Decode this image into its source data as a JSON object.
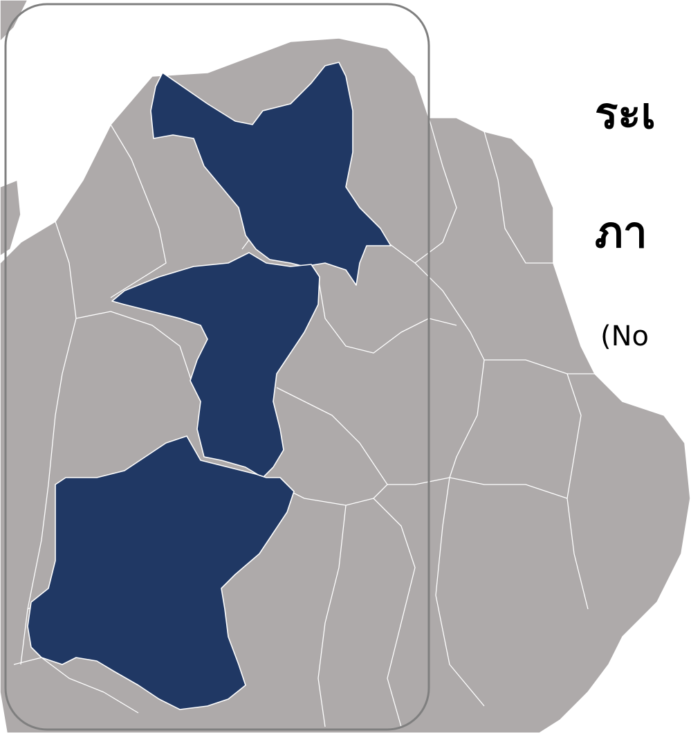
{
  "title": {
    "line1": "ระเ",
    "line2": "ภา",
    "line3": "(No"
  },
  "legend_box": {
    "label": ""
  },
  "colors": {
    "background": "#ffffff",
    "region_default": "#aeaaaa",
    "region_highlight": "#203864",
    "border": "#ffffff",
    "frame": "#7f7f7f",
    "text": "#000000"
  },
  "regions": {
    "highlighted_count": 3
  }
}
